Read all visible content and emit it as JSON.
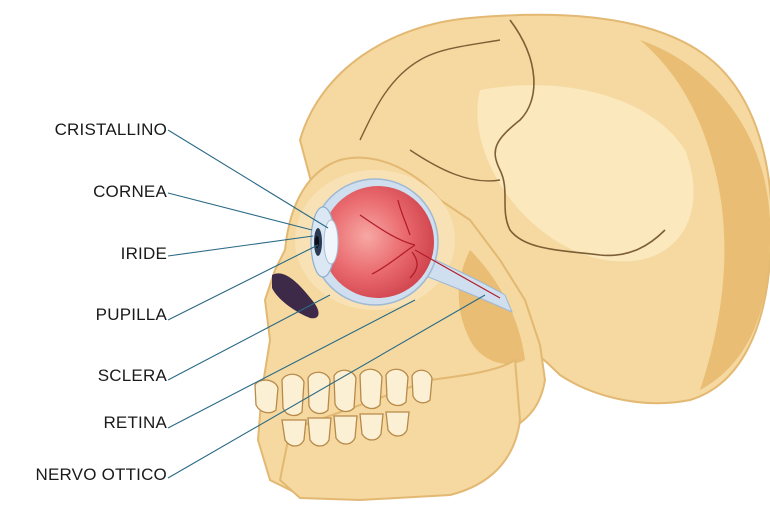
{
  "labels": {
    "cristallino": "CRISTALLINO",
    "cornea": "CORNEA",
    "iride": "IRIDE",
    "pupilla": "PUPILLA",
    "sclera": "SCLERA",
    "retina": "RETINA",
    "nervo_ottico": "NERVO OTTICO"
  },
  "colors": {
    "bone": "#f5d9a1",
    "bone_shadow": "#e6b86a",
    "bone_line": "#9a7a4a",
    "sclera_ring": "#cfdff0",
    "eyeball": "#e45a62",
    "eyeball_light": "#f59a98",
    "vessels": "#b31e2a",
    "pointer": "#2a6a86",
    "nostril": "#3c2a48"
  }
}
